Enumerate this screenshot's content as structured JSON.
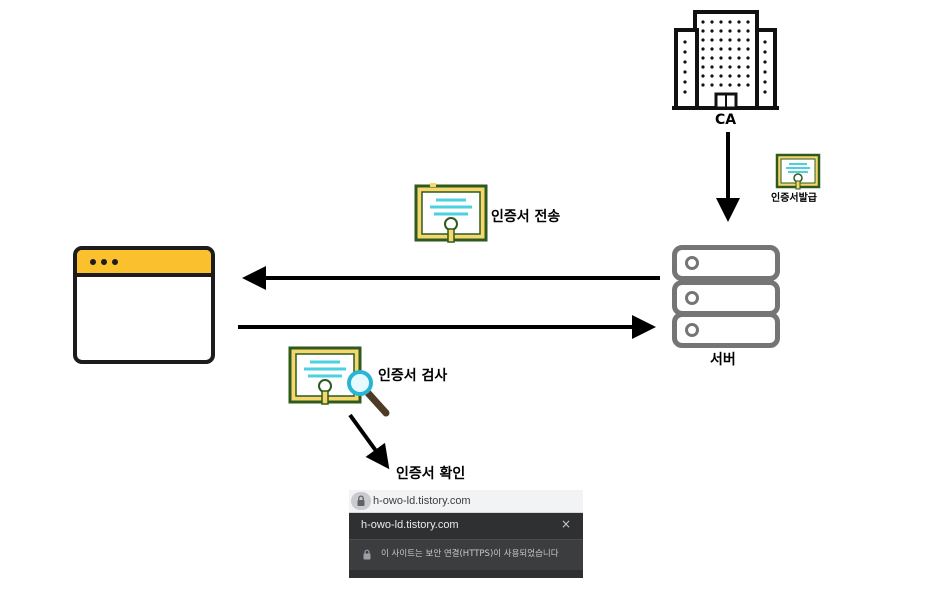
{
  "labels": {
    "ca": "CA",
    "cert_issue": "인증서발급",
    "cert_send": "인증서 전송",
    "server": "서버",
    "cert_check": "인증서 검사",
    "cert_confirm": "인증서 확인"
  },
  "screenshot": {
    "url": "h-owo-ld.tistory.com",
    "popup_title": "h-owo-ld.tistory.com",
    "close_glyph": "×",
    "status_text": "이 사이트는 보안 연결(HTTPS)이 사용되었습니다"
  },
  "colors": {
    "browser_bar": "#fbc02d",
    "certificate_fill": "#f5d76e",
    "certificate_border": "#2e5a1c",
    "certificate_lines": "#4dd0e1",
    "server_gray": "#757575",
    "arrow": "#000000"
  },
  "icons": [
    "building-icon",
    "certificate-icon",
    "browser-window-icon",
    "server-icon",
    "magnifier-icon",
    "lock-icon"
  ]
}
